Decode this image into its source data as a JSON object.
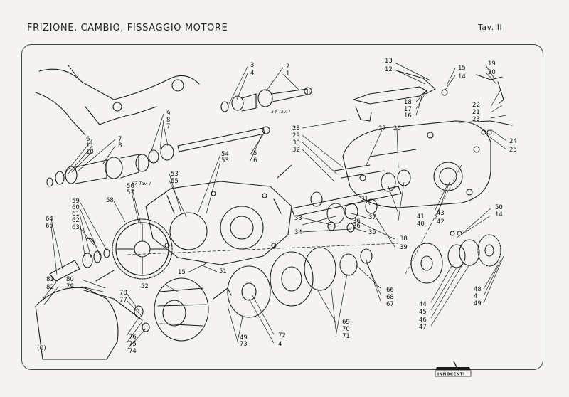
{
  "header": {
    "title": "FRIZIONE, CAMBIO, FISSAGGIO MOTORE",
    "plate": "Tav. II"
  },
  "references": {
    "ref_54": "54 Tav. I",
    "ref_67": "67 Tav. I"
  },
  "footer": {
    "corner_mark": "(0)",
    "logo": "INNOCENTI"
  },
  "callouts": [
    "13",
    "12",
    "15",
    "14",
    "19",
    "20",
    "22",
    "21",
    "23",
    "18",
    "17",
    "16",
    "24",
    "25",
    "3",
    "4",
    "2",
    "1",
    "9",
    "8",
    "7",
    "7",
    "8",
    "6",
    "11",
    "10",
    "5",
    "6",
    "54",
    "53",
    "28",
    "29",
    "30",
    "32",
    "27",
    "26",
    "53",
    "55",
    "56",
    "57",
    "58",
    "59",
    "60",
    "61",
    "62",
    "63",
    "64",
    "65",
    "15",
    "51",
    "33",
    "36",
    "34",
    "31",
    "37",
    "41",
    "40",
    "43",
    "42",
    "36",
    "35",
    "38",
    "39",
    "50",
    "14",
    "52",
    "78",
    "77",
    "80",
    "79",
    "81",
    "82",
    "76",
    "75",
    "74",
    "49",
    "73",
    "72",
    "4",
    "66",
    "68",
    "67",
    "69",
    "70",
    "71",
    "44",
    "45",
    "46",
    "47",
    "48",
    "4",
    "49"
  ]
}
